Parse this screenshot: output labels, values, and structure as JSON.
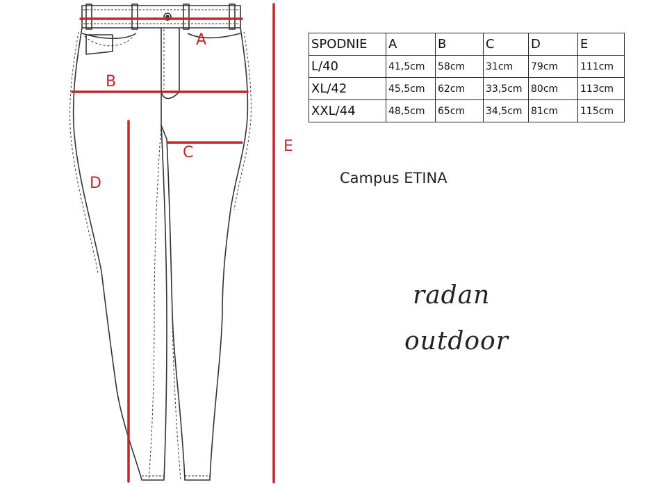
{
  "diagram": {
    "labels": {
      "a": "A",
      "b": "B",
      "c": "C",
      "d": "D",
      "e": "E"
    },
    "measure_color": "#c1272d",
    "outline_color": "#333333"
  },
  "size_table": {
    "headers": [
      "SPODNIE",
      "A",
      "B",
      "C",
      "D",
      "E"
    ],
    "rows": [
      [
        "L/40",
        "41,5cm",
        "58cm",
        "31cm",
        "79cm",
        "111cm"
      ],
      [
        "XL/42",
        "45,5cm",
        "62cm",
        "33,5cm",
        "80cm",
        "113cm"
      ],
      [
        "XXL/44",
        "48,5cm",
        "65cm",
        "34,5cm",
        "81cm",
        "115cm"
      ]
    ]
  },
  "model_name": "Campus ETINA",
  "brand": {
    "line1": "radan",
    "line2": "outdoor"
  }
}
